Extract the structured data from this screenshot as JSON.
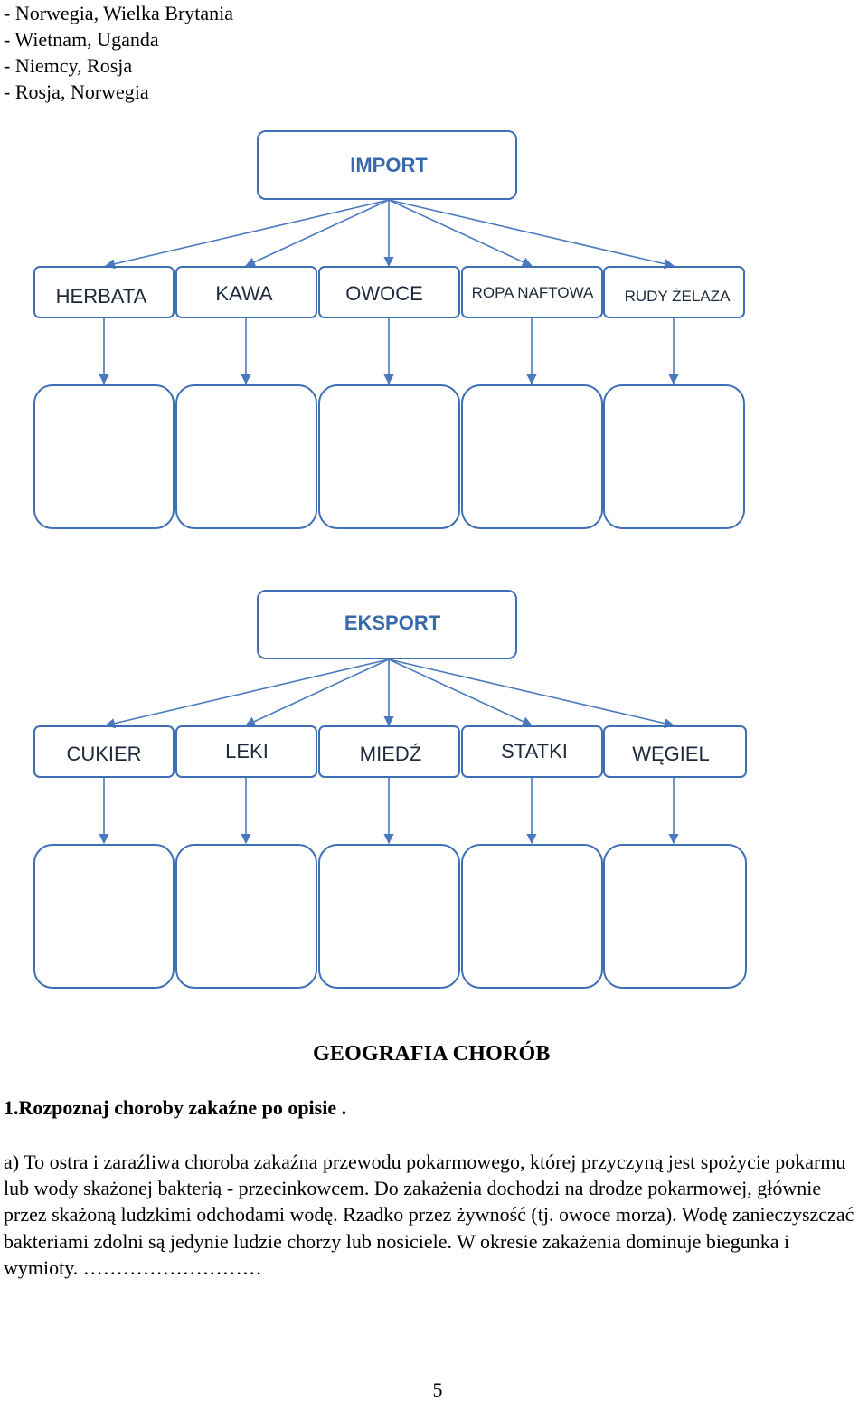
{
  "top_list": [
    "- Norwegia, Wielka Brytania",
    "- Wietnam, Uganda",
    "- Niemcy, Rosja",
    "- Rosja, Norwegia"
  ],
  "import_tree": {
    "root": "IMPORT",
    "children": [
      "HERBATA",
      "KAWA",
      "OWOCE",
      "ROPA NAFTOWA",
      "RUDY ŻELAZA"
    ]
  },
  "export_tree": {
    "root": "EKSPORT",
    "children": [
      "CUKIER",
      "LEKI",
      "MIEDŹ",
      "STATKI",
      "WĘGIEL"
    ]
  },
  "colors": {
    "box_stroke": "#3f6fb5",
    "arrow": "#4b79bf",
    "root_text": "#3769ac",
    "label_text": "#1e2a3c"
  },
  "section_heading": "GEOGRAFIA CHORÓB",
  "task_label": "1.Rozpoznaj choroby zakaźne  po opisie .",
  "paragraph_a": "a) To ostra i zaraźliwa choroba zakaźna przewodu pokarmowego, której przyczyną jest spożycie pokarmu lub wody skażonej bakterią - przecinkowcem. Do zakażenia dochodzi na drodze pokarmowej, głównie przez skażoną ludzkimi odchodami wodę. Rzadko przez żywność (tj. owoce morza). Wodę zanieczyszczać bakteriami zdolni są jedynie ludzie chorzy lub nosiciele. W okresie zakażenia dominuje biegunka i wymioty. ………………………",
  "page_number": "5"
}
